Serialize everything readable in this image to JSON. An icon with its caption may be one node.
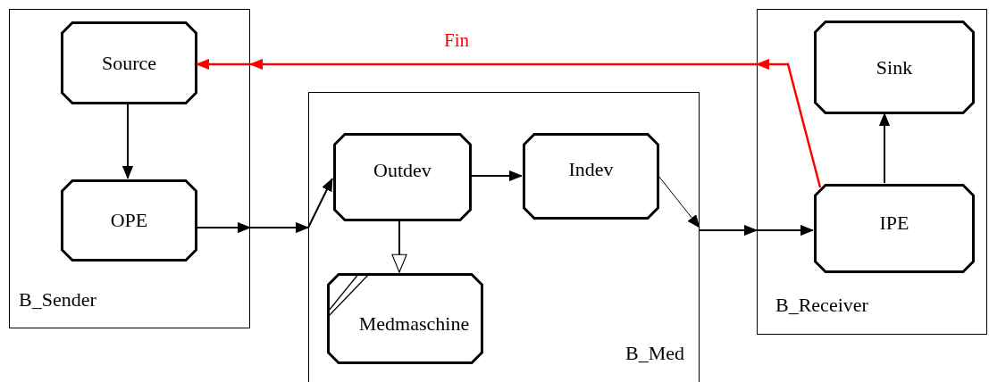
{
  "diagram": {
    "nodes": [
      {
        "text": [
          "B_Sender"
        ]
      },
      {
        "text": [
          "Source"
        ],
        "in": 0
      },
      {
        "text": [
          "OPE"
        ],
        "in": 0
      },
      {
        "text": [
          "B_Med"
        ]
      },
      {
        "text": [
          "Outdev"
        ],
        "in": 3
      },
      {
        "text": [
          "Indev"
        ],
        "in": 3
      },
      {
        "text": [
          "Medmaschine"
        ],
        "in": 3
      },
      {
        "text": [
          "B_Receiver"
        ]
      },
      {
        "text": [
          "Sink"
        ],
        "in": 7
      },
      {
        "text": [
          "IPE"
        ],
        "in": 7
      }
    ],
    "edges": [
      {
        "from": 1,
        "to": 2,
        "arrow": "to"
      },
      {
        "from": 2,
        "to": 0,
        "arrow": "to"
      },
      {
        "from": 0,
        "to": 3,
        "arrow": "to"
      },
      {
        "from": 3,
        "to": 4,
        "arrow": "to"
      },
      {
        "from": 4,
        "to": 5,
        "arrow": "to"
      },
      {
        "from": 4,
        "to": 6,
        "arrow": "to"
      },
      {
        "from": 5,
        "to": 3,
        "arrow": "to"
      },
      {
        "from": 3,
        "to": 7,
        "arrow": "to"
      },
      {
        "from": 7,
        "to": 9,
        "arrow": "to"
      },
      {
        "from": 9,
        "to": 8,
        "arrow": "to"
      },
      {
        "from": 9,
        "to": 7,
        "arrow": "to",
        "color": "#ff0000"
      },
      {
        "from": 7,
        "to": 0,
        "arrow": "to",
        "label": "Fin",
        "color": "#ff0000"
      },
      {
        "from": 0,
        "to": 1,
        "arrow": "to",
        "color": "#ff0000"
      }
    ]
  }
}
